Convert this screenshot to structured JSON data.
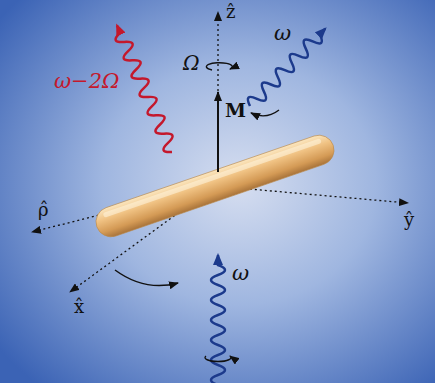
{
  "diagram": {
    "labels": [
      "ẑ",
      "Ω",
      "M",
      "ω",
      "ω−2Ω",
      "ρ̂",
      "ŷ",
      "x̂",
      "ω"
    ]
  }
}
